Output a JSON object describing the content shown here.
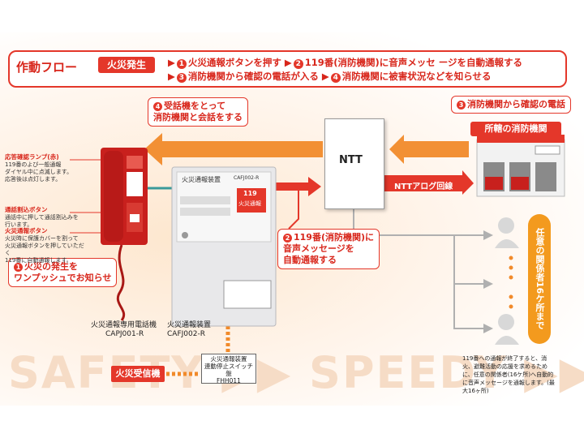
{
  "header": {
    "title": "作動フロー",
    "badge": "火災発生",
    "line1": {
      "s1n": "1",
      "s1": "火災通報ボタンを押す",
      "s2n": "2",
      "s2": "119番(消防機関)に音声メッセ ージを自動通報する"
    },
    "line2": {
      "s3n": "3",
      "s3": "消防機関から確認の電話が入る",
      "s4n": "4",
      "s4": "消防機関に被害状況などを知らせる"
    }
  },
  "callouts": {
    "c4_num": "4",
    "c4_line1": "受話機をとって",
    "c4_line2": "消防機関と会話をする",
    "c3_num": "3",
    "c3": "消防機関から確認の電話",
    "c2_num": "2",
    "c2_line1": "119番(消防機関)に",
    "c2_line2": "音声メッセージを",
    "c2_line3": "自動通報する",
    "c1_num": "1",
    "c1_line1": "火災の発生を",
    "c1_line2": "ワンプッシュでお知らせ"
  },
  "ntt": {
    "label": "NTT",
    "analog": "NTTアログ回線"
  },
  "station": {
    "label": "所轄の消防機関"
  },
  "phone_labels": {
    "lamp": "応答確認ランプ(赤)",
    "lamp_desc1": "119番のよび一般通報",
    "lamp_desc2": "ダイヤル中に点滅します。",
    "lamp_desc3": "応答後は点灯します。",
    "cut": "通話割込ボタン",
    "cut_desc": "通話中に押して通話割込みを行います。",
    "report": "火災通報ボタン",
    "report_desc1": "火災時に保護カバーを割って",
    "report_desc2": "火災通報ボタンを押していただく",
    "report_desc3": "119番に自動通報します。"
  },
  "devices": {
    "phone_name": "火災通報専用電話機",
    "phone_model": "CAPJ001-R",
    "unit_name": "火災通報装置",
    "unit_model": "CAFJ002-R",
    "unit_panel": "火災通報装置",
    "unit_panel_model": "CAFJ002-R",
    "unit_red": "119",
    "unit_red2": "火災通報",
    "receiver": "火災受信機",
    "switch1": "火災通報装置",
    "switch2": "連動停止スイッチ盤",
    "switch3": "FHH011"
  },
  "side": {
    "vertical": "任意の関係者16ケ所まで"
  },
  "note": {
    "text": "119番への通報が終了すると、消火、避難活動の応援を求めるために、任意の関係者(16ケ所)へ自動的に音声メッセージを通報します。(最大16ヶ所)"
  },
  "watermark": {
    "text": "SAFETY ▶▶ SPEEDY ▶▶"
  },
  "colors": {
    "accent": "#e4372a",
    "arrow": "#f18a2a",
    "grayline": "#b0b0b0"
  }
}
